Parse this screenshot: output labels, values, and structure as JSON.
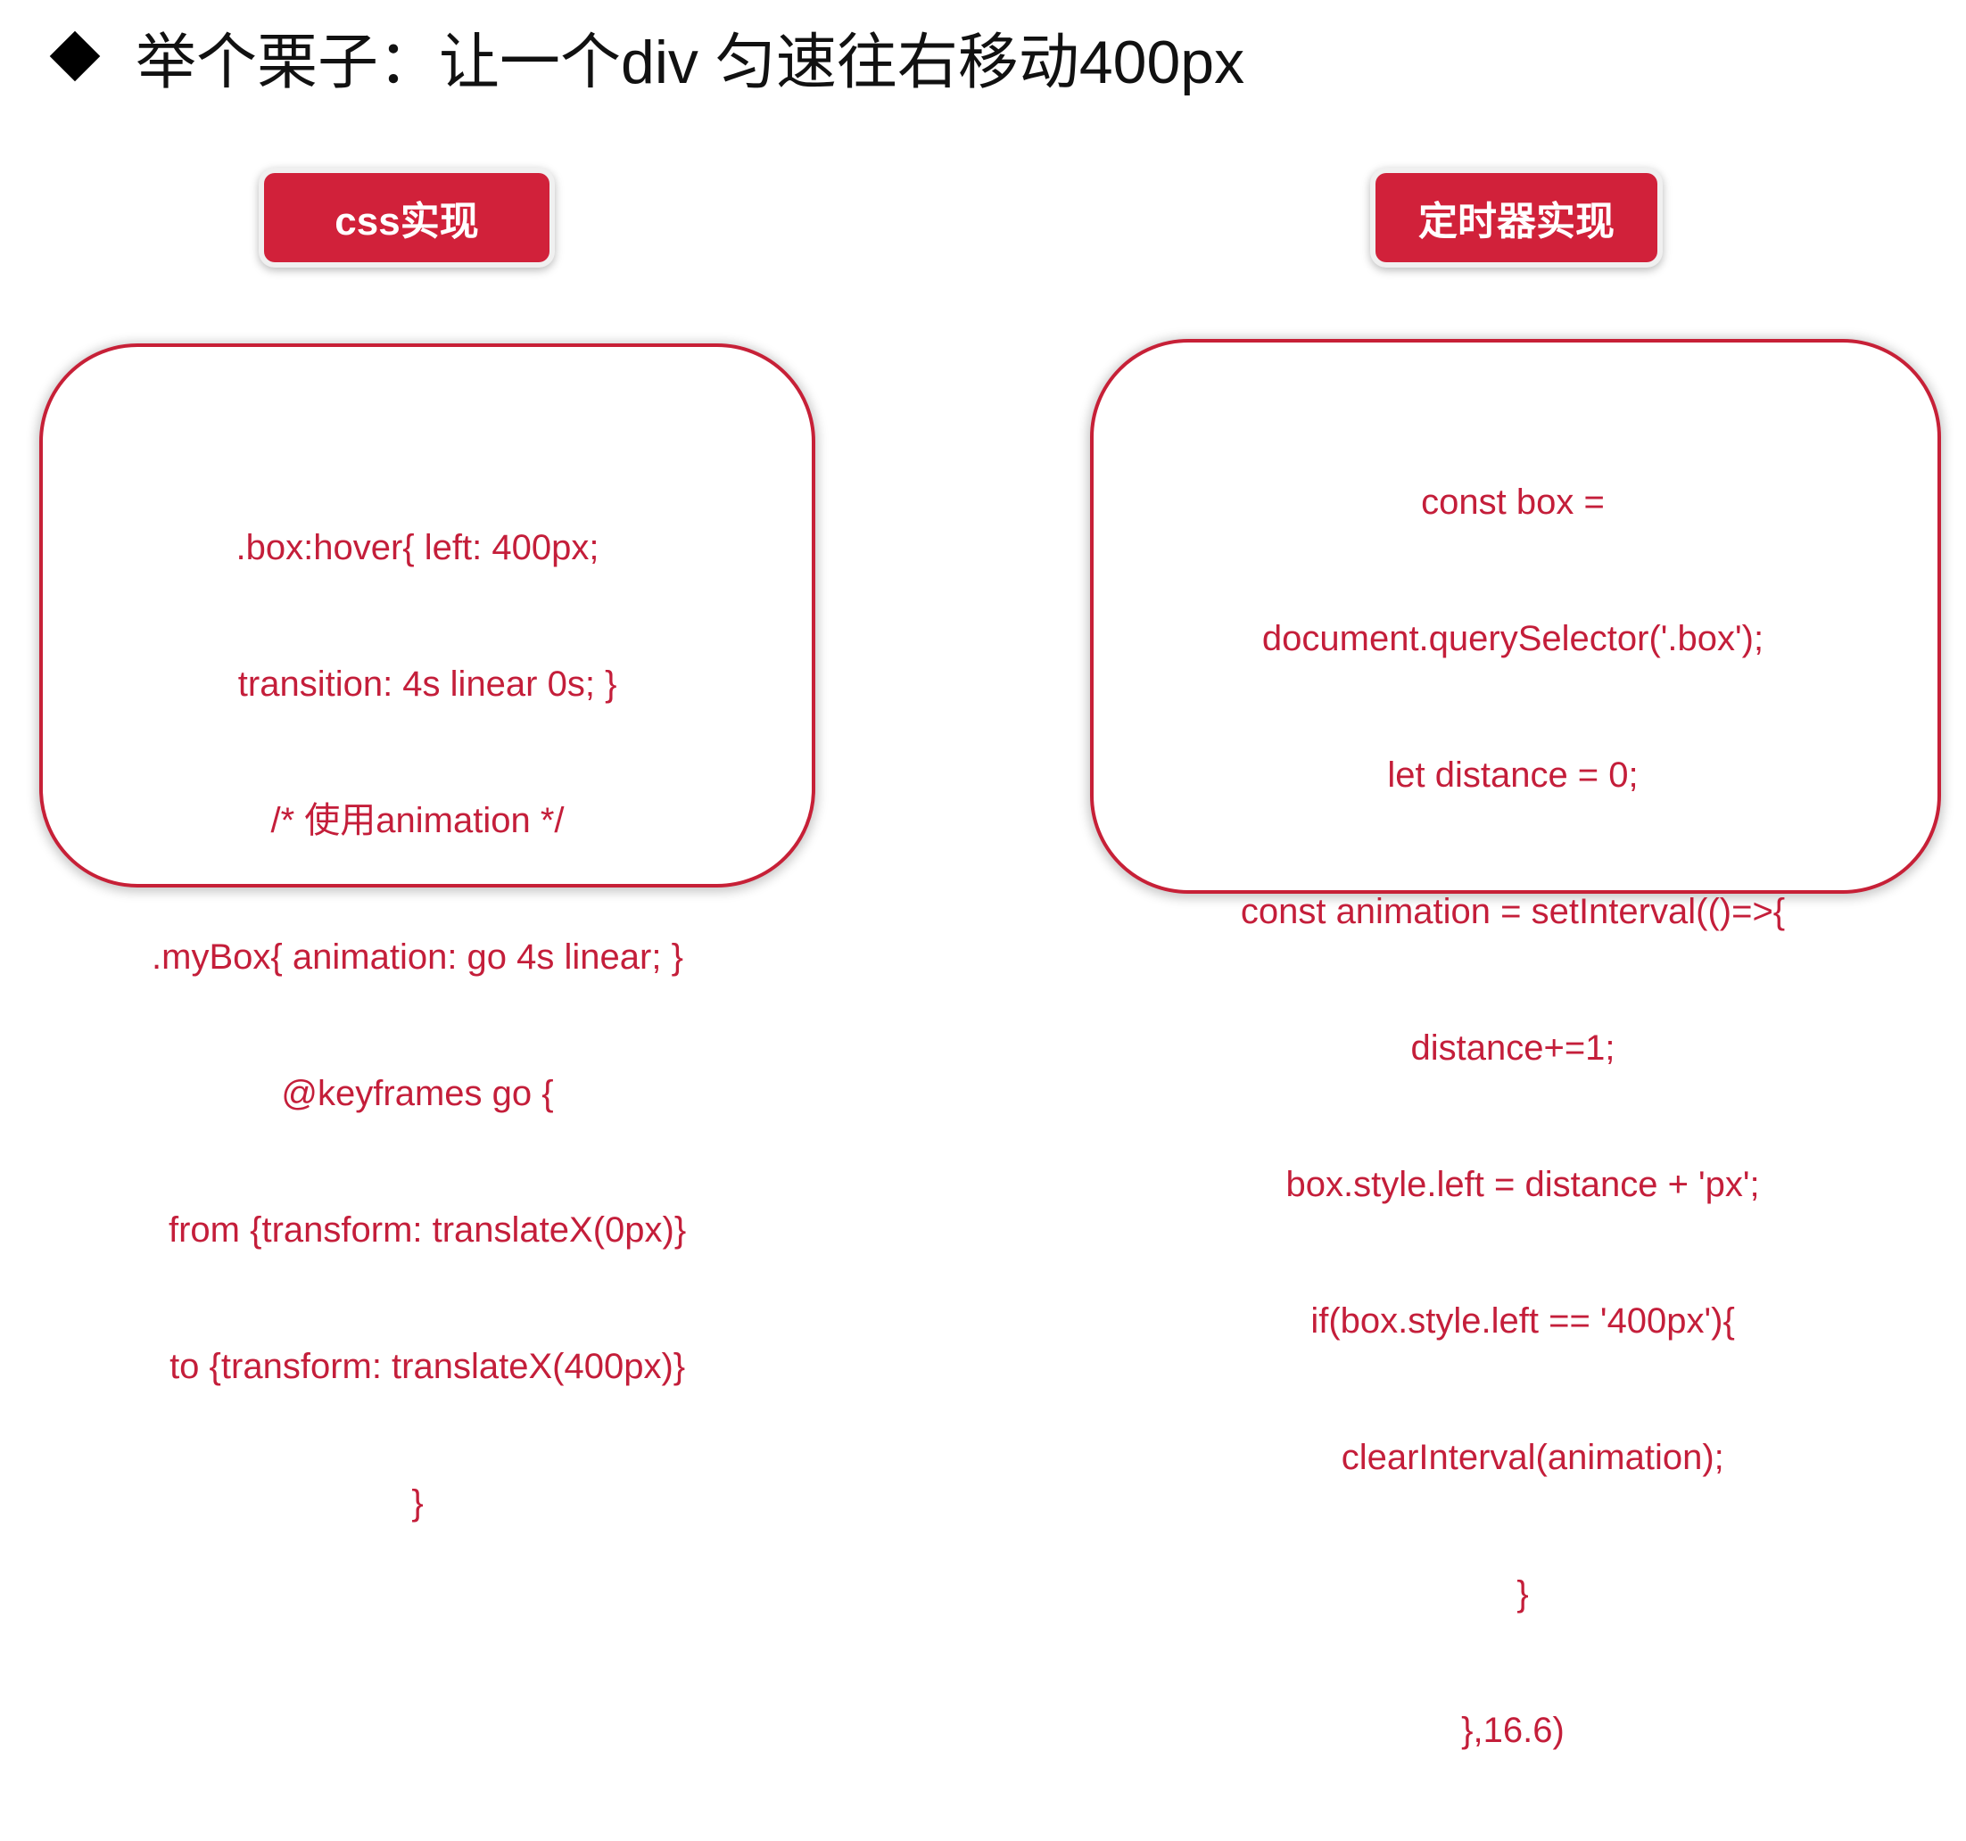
{
  "slide": {
    "title": "举个栗子：让一个div 匀速往右移动400px"
  },
  "tags": {
    "css": "css实现",
    "timer": "定时器实现"
  },
  "css_code": [
    ".box:hover{ left: 400px;",
    "  transition: 4s linear 0s; }",
    "/* 使用animation */",
    ".myBox{ animation: go 4s linear; }",
    "@keyframes go {",
    "  from {transform: translateX(0px)}",
    "  to {transform: translateX(400px)}",
    "}"
  ],
  "timer_code": [
    "const box =",
    "document.querySelector('.box');",
    "let distance = 0;",
    "const animation = setInterval(()=>{",
    "distance+=1;",
    "  box.style.left = distance + 'px';",
    "  if(box.style.left == '400px'){",
    "    clearInterval(animation);",
    "  }",
    "},16.6)"
  ],
  "colors": {
    "accent": "#d1213a",
    "code_text": "#c41e3a",
    "panel_border": "#c72037"
  }
}
